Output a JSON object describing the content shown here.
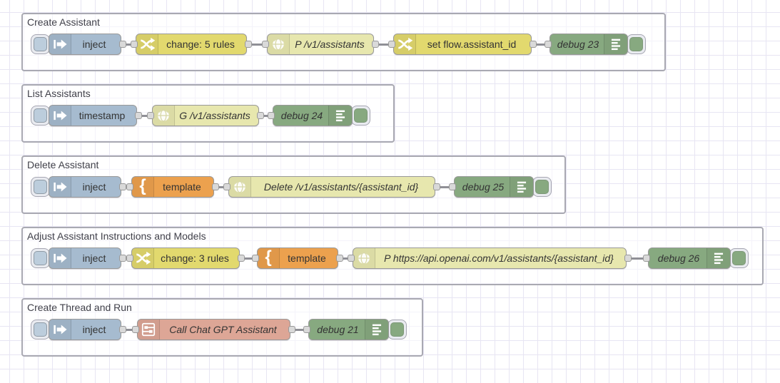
{
  "palette": {
    "inject": "#a6bbcf",
    "change": "#e2d96e",
    "http_request": "#e7e7ae",
    "debug": "#87a980",
    "template": "#eca14e",
    "subflow": "#dda696",
    "wire": "#8f8f96",
    "port_fill": "#d9d9d9",
    "port_border": "#999999",
    "node_border": "#999999",
    "group_border": "#a9a9b2",
    "grid": "#e7e5f3",
    "label": "#333333"
  },
  "groups": [
    {
      "label": "Create Assistant",
      "nodes": [
        {
          "type": "inject",
          "label": "inject"
        },
        {
          "type": "change",
          "label": "change: 5 rules"
        },
        {
          "type": "http request",
          "label": "P /v1/assistants"
        },
        {
          "type": "change",
          "label": "set flow.assistant_id"
        },
        {
          "type": "debug",
          "label": "debug 23"
        }
      ]
    },
    {
      "label": "List Assistants",
      "nodes": [
        {
          "type": "inject",
          "label": "timestamp"
        },
        {
          "type": "http request",
          "label": "G /v1/assistants"
        },
        {
          "type": "debug",
          "label": "debug 24"
        }
      ]
    },
    {
      "label": "Delete Assistant",
      "nodes": [
        {
          "type": "inject",
          "label": "inject"
        },
        {
          "type": "template",
          "label": "template"
        },
        {
          "type": "http request",
          "label": "Delete /v1/assistants/{assistant_id}"
        },
        {
          "type": "debug",
          "label": "debug 25"
        }
      ]
    },
    {
      "label": "Adjust Assistant Instructions and Models",
      "nodes": [
        {
          "type": "inject",
          "label": "inject"
        },
        {
          "type": "change",
          "label": "change: 3 rules"
        },
        {
          "type": "template",
          "label": "template"
        },
        {
          "type": "http request",
          "label": "P https://api.openai.com/v1/assistants/{assistant_id}"
        },
        {
          "type": "debug",
          "label": "debug 26"
        }
      ]
    },
    {
      "label": "Create Thread and Run",
      "nodes": [
        {
          "type": "inject",
          "label": "inject"
        },
        {
          "type": "subflow",
          "label": "Call Chat GPT Assistant"
        },
        {
          "type": "debug",
          "label": "debug 21"
        }
      ]
    }
  ]
}
